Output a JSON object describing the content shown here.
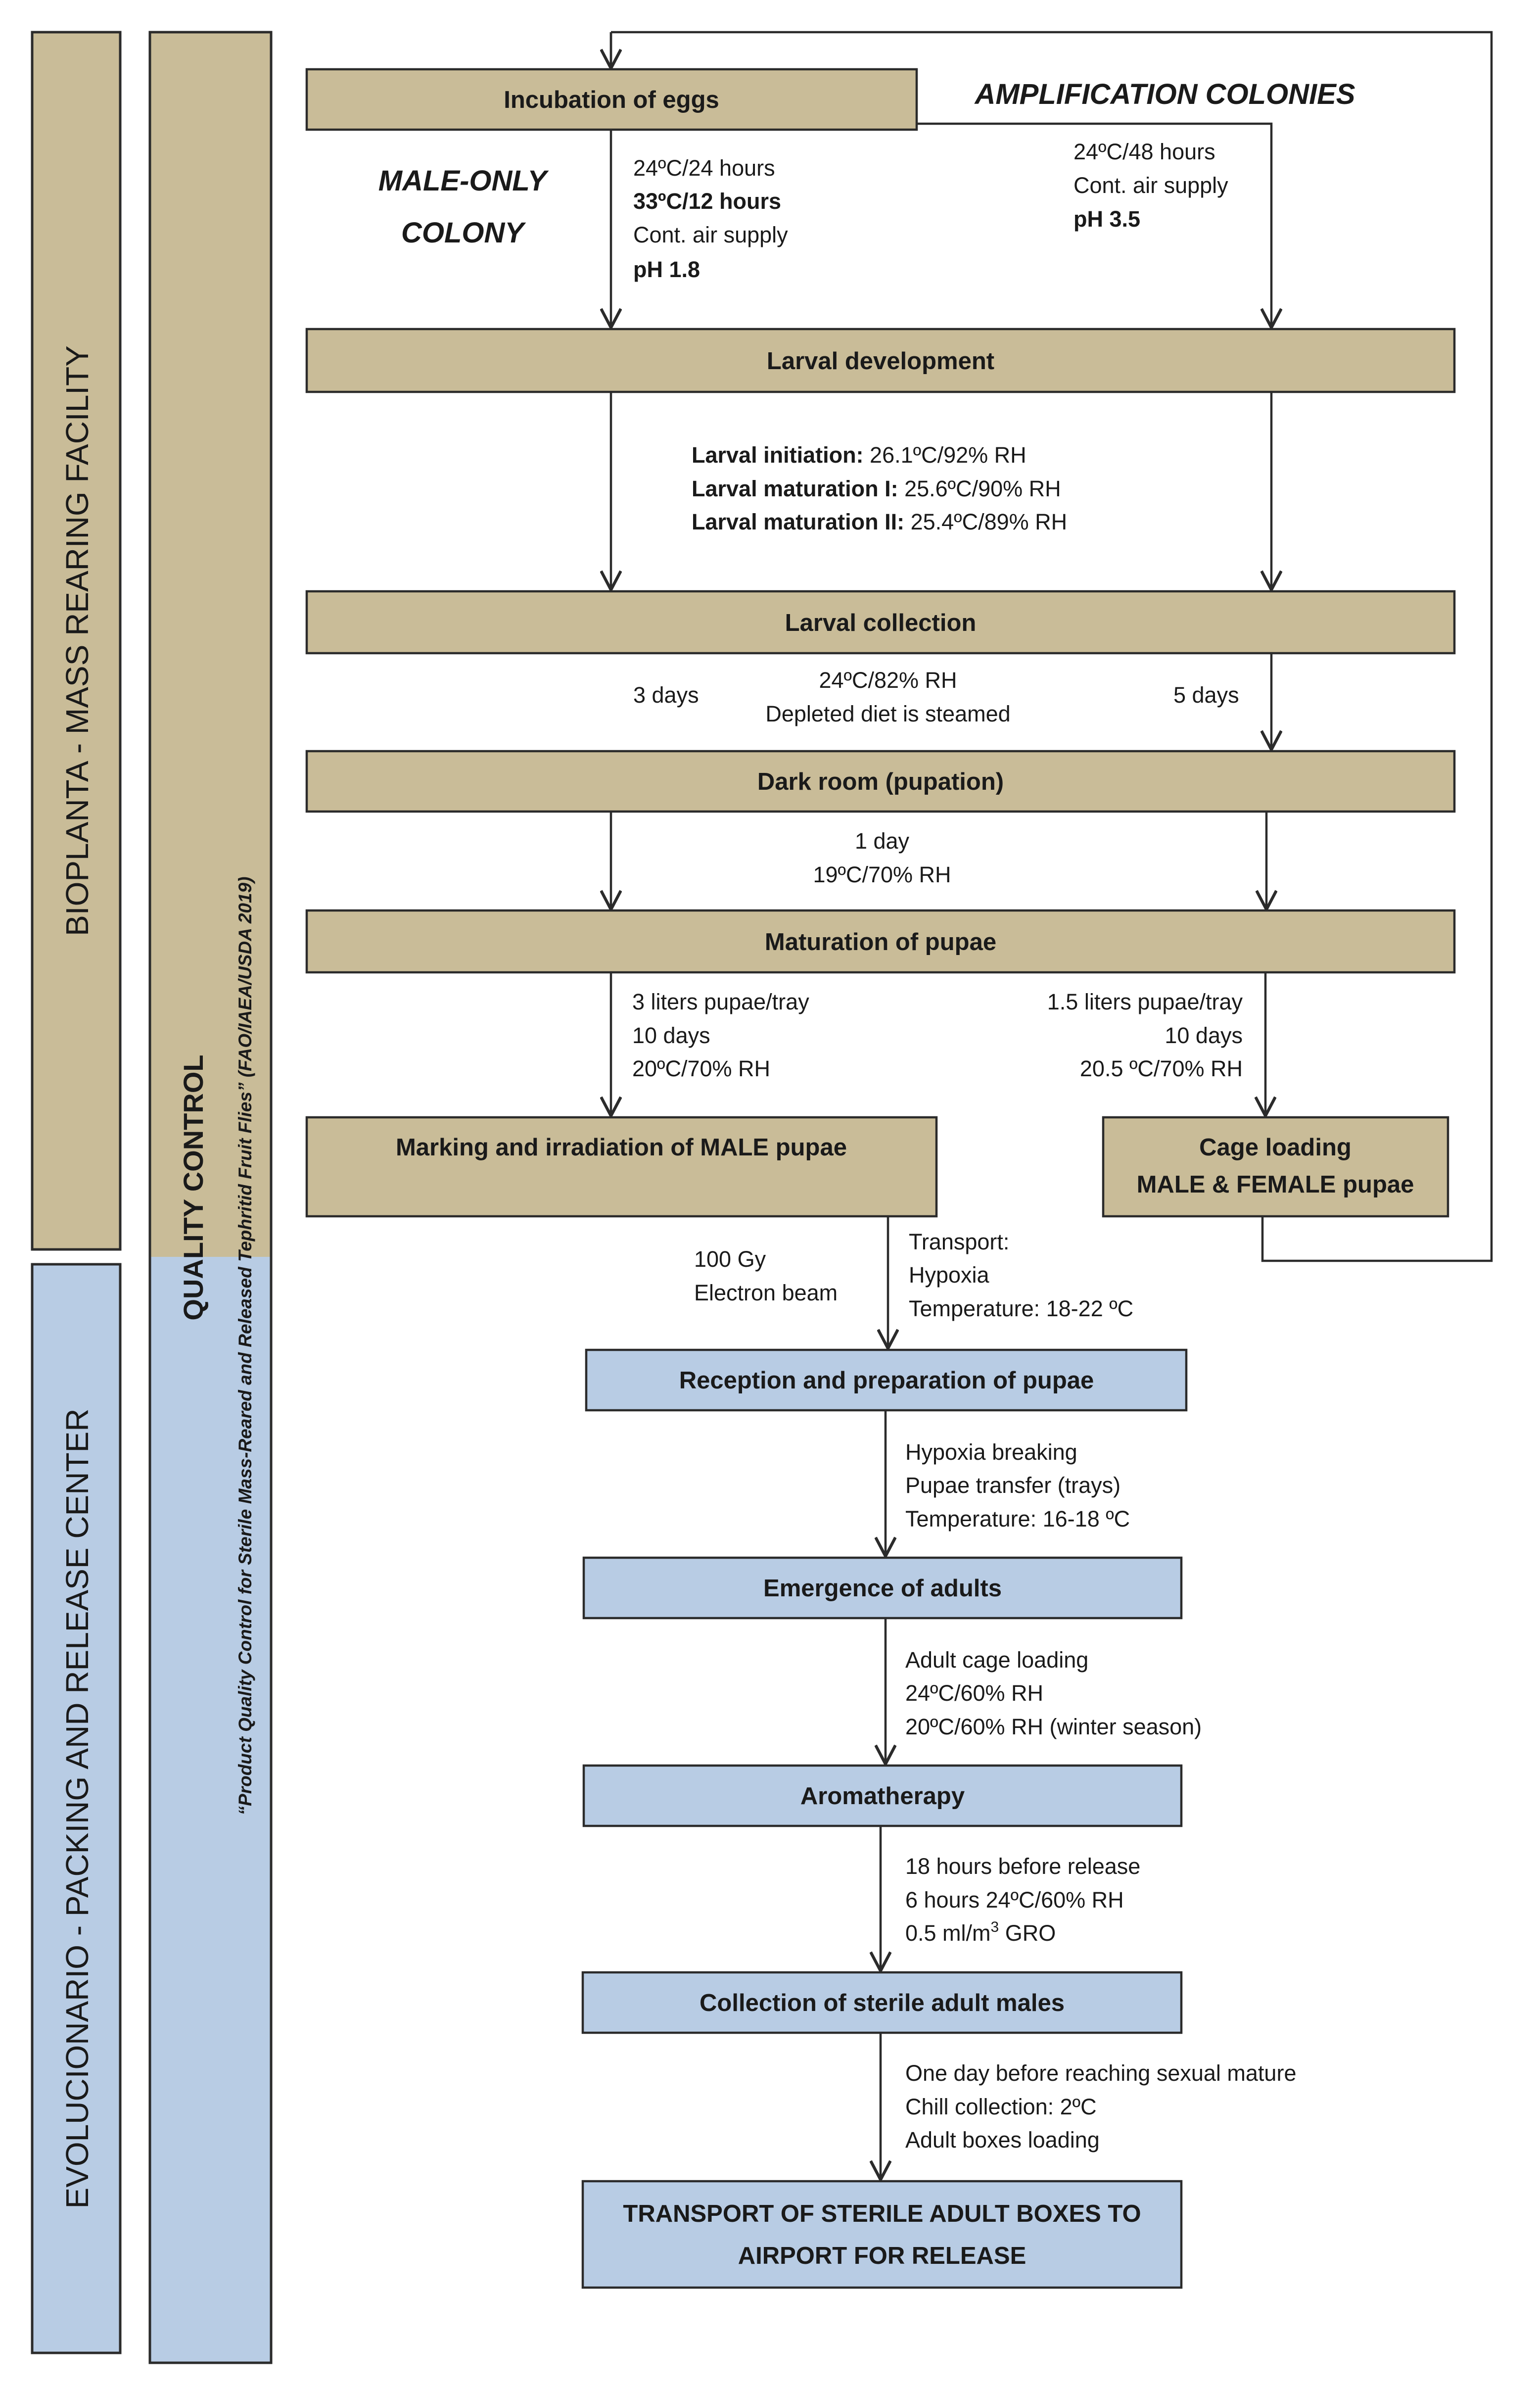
{
  "colors": {
    "tan": "#c9bc98",
    "blue": "#b8cce4",
    "stroke": "#2b2b2b",
    "text": "#1a1a1a"
  },
  "sidebar": {
    "bioplanta": "BIOPLANTA - MASS REARING FACILITY",
    "evolucionario": "EVOLUCIONARIO - PACKING AND RELEASE CENTER",
    "qc_title": "QUALITY CONTROL",
    "qc_subtitle": "“Product Quality Control for Sterile Mass-Reared and Released Tephritid Fruit Flies” (FAO/IAEA/USDA 2019)"
  },
  "labels": {
    "amplification": "AMPLIFICATION COLONIES",
    "male_only_1": "MALE-ONLY",
    "male_only_2": "COLONY"
  },
  "boxes": {
    "incubation": "Incubation of eggs",
    "larval_dev": "Larval development",
    "larval_coll": "Larval collection",
    "dark_room": "Dark room (pupation)",
    "maturation": "Maturation of pupae",
    "marking": "Marking and irradiation of MALE pupae",
    "cage_1": "Cage loading",
    "cage_2": "MALE & FEMALE pupae",
    "reception": "Reception and preparation of pupae",
    "emergence": "Emergence of adults",
    "aromatherapy": "Aromatherapy",
    "collection": "Collection of sterile adult males",
    "transport_1": "TRANSPORT OF STERILE ADULT BOXES TO",
    "transport_2": "AIRPORT FOR RELEASE"
  },
  "notes": {
    "inc_left": [
      "24ºC/24 hours",
      "33ºC/12 hours",
      "Cont. air supply",
      "pH 1.8"
    ],
    "inc_right": [
      "24ºC/48 hours",
      "Cont. air supply",
      "pH 3.5"
    ],
    "larval": [
      {
        "bold": "Larval initiation:",
        "rest": " 26.1ºC/92% RH"
      },
      {
        "bold": "Larval maturation I:",
        "rest": " 25.6ºC/90% RH"
      },
      {
        "bold": "Larval maturation II:",
        "rest": " 25.4ºC/89% RH"
      }
    ],
    "coll_left": "3 days",
    "coll_center": [
      "24ºC/82% RH",
      "Depleted diet is steamed"
    ],
    "coll_right": "5 days",
    "dark_center": [
      "1 day",
      "19ºC/70% RH"
    ],
    "mat_left": [
      "3 liters pupae/tray",
      "10 days",
      "20ºC/70% RH"
    ],
    "mat_right": [
      "1.5 liters pupae/tray",
      "10 days",
      "20.5 ºC/70% RH"
    ],
    "irr_left": [
      "100 Gy",
      "Electron beam"
    ],
    "irr_right": [
      "Transport:",
      "Hypoxia",
      "Temperature: 18-22 ºC"
    ],
    "rec": [
      "Hypoxia breaking",
      "Pupae transfer (trays)",
      "Temperature: 16-18 ºC"
    ],
    "emer": [
      "Adult cage loading",
      "24ºC/60% RH",
      "20ºC/60% RH (winter season)"
    ],
    "aroma": [
      "18 hours before release",
      "6 hours 24ºC/60% RH",
      "0.5 ml/m",
      "3",
      " GRO"
    ],
    "coll": [
      "One day before reaching sexual mature",
      "Chill collection: 2ºC",
      "Adult boxes loading"
    ]
  }
}
